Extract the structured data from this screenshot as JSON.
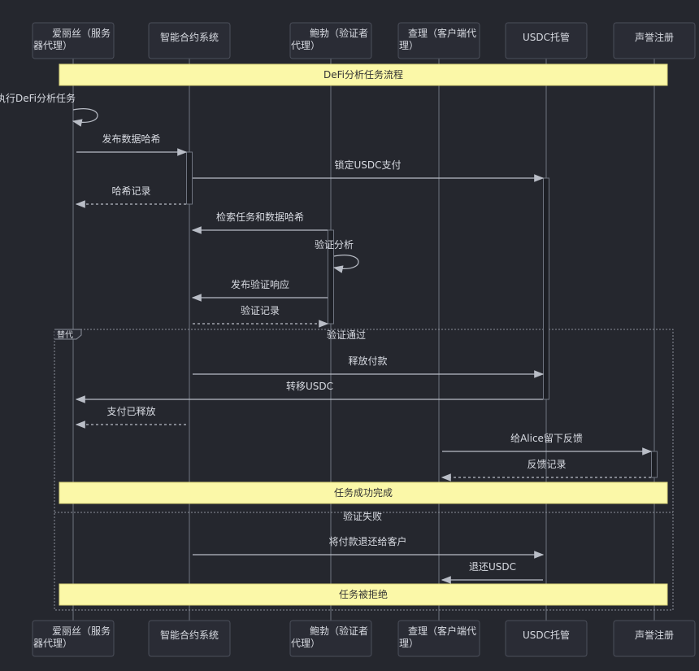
{
  "participants": [
    {
      "label_lines": [
        "爱丽丝（服务",
        "器代理）"
      ]
    },
    {
      "label_lines": [
        "智能合约系统"
      ]
    },
    {
      "label_lines": [
        "鲍勃（验证者",
        "代理）"
      ]
    },
    {
      "label_lines": [
        "查理（客户端代",
        "理）"
      ]
    },
    {
      "label_lines": [
        "USDC托管"
      ]
    },
    {
      "label_lines": [
        "声誉注册"
      ]
    }
  ],
  "notes": {
    "start": "DeFi分析任务流程",
    "success": "任务成功完成",
    "rejected": "任务被拒绝"
  },
  "messages": [
    {
      "from": 0,
      "to": 0,
      "text": "执行DeFi分析任务",
      "dashed": false
    },
    {
      "from": 0,
      "to": 1,
      "text": "发布数据哈希",
      "dashed": false
    },
    {
      "from": 1,
      "to": 4,
      "text": "锁定USDC支付",
      "dashed": false
    },
    {
      "from": 1,
      "to": 0,
      "text": "哈希记录",
      "dashed": true
    },
    {
      "from": 2,
      "to": 1,
      "text": "检索任务和数据哈希",
      "dashed": false
    },
    {
      "from": 2,
      "to": 2,
      "text": "验证分析",
      "dashed": false
    },
    {
      "from": 2,
      "to": 1,
      "text": "发布验证响应",
      "dashed": false
    },
    {
      "from": 1,
      "to": 2,
      "text": "验证记录",
      "dashed": true
    },
    {
      "from": 1,
      "to": 4,
      "text": "释放付款",
      "dashed": false
    },
    {
      "from": 4,
      "to": 0,
      "text": "转移USDC",
      "dashed": false
    },
    {
      "from": 1,
      "to": 0,
      "text": "支付已释放",
      "dashed": true
    },
    {
      "from": 3,
      "to": 5,
      "text": "给Alice留下反馈",
      "dashed": false
    },
    {
      "from": 5,
      "to": 3,
      "text": "反馈记录",
      "dashed": true
    },
    {
      "from": 1,
      "to": 4,
      "text": "将付款退还给客户",
      "dashed": false
    },
    {
      "from": 4,
      "to": 3,
      "text": "退还USDC",
      "dashed": false
    }
  ],
  "alt": {
    "label": "替代",
    "condition_1": "验证通过",
    "condition_2": "验证失败"
  }
}
